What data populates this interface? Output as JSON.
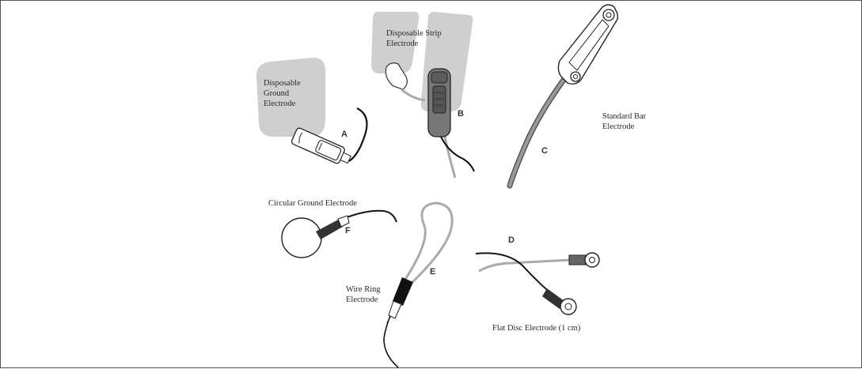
{
  "electrodes": {
    "disposable_ground": {
      "caption": [
        "Disposable",
        "Ground",
        "Electrode"
      ],
      "letter": "A"
    },
    "disposable_strip": {
      "caption": [
        "Disposable Strip",
        "Electrode"
      ],
      "letter": "B"
    },
    "standard_bar": {
      "caption": [
        "Standard Bar",
        "Electrode"
      ],
      "letter": "C"
    },
    "flat_disc": {
      "caption": [
        "Flat Disc Electrode (1 cm)"
      ],
      "letter": "D"
    },
    "wire_ring": {
      "caption": [
        "Wire Ring",
        "Electrode"
      ],
      "letter": "E"
    },
    "circular_ground": {
      "caption": [
        "Circular Ground Electrode"
      ],
      "letter": "F"
    }
  }
}
